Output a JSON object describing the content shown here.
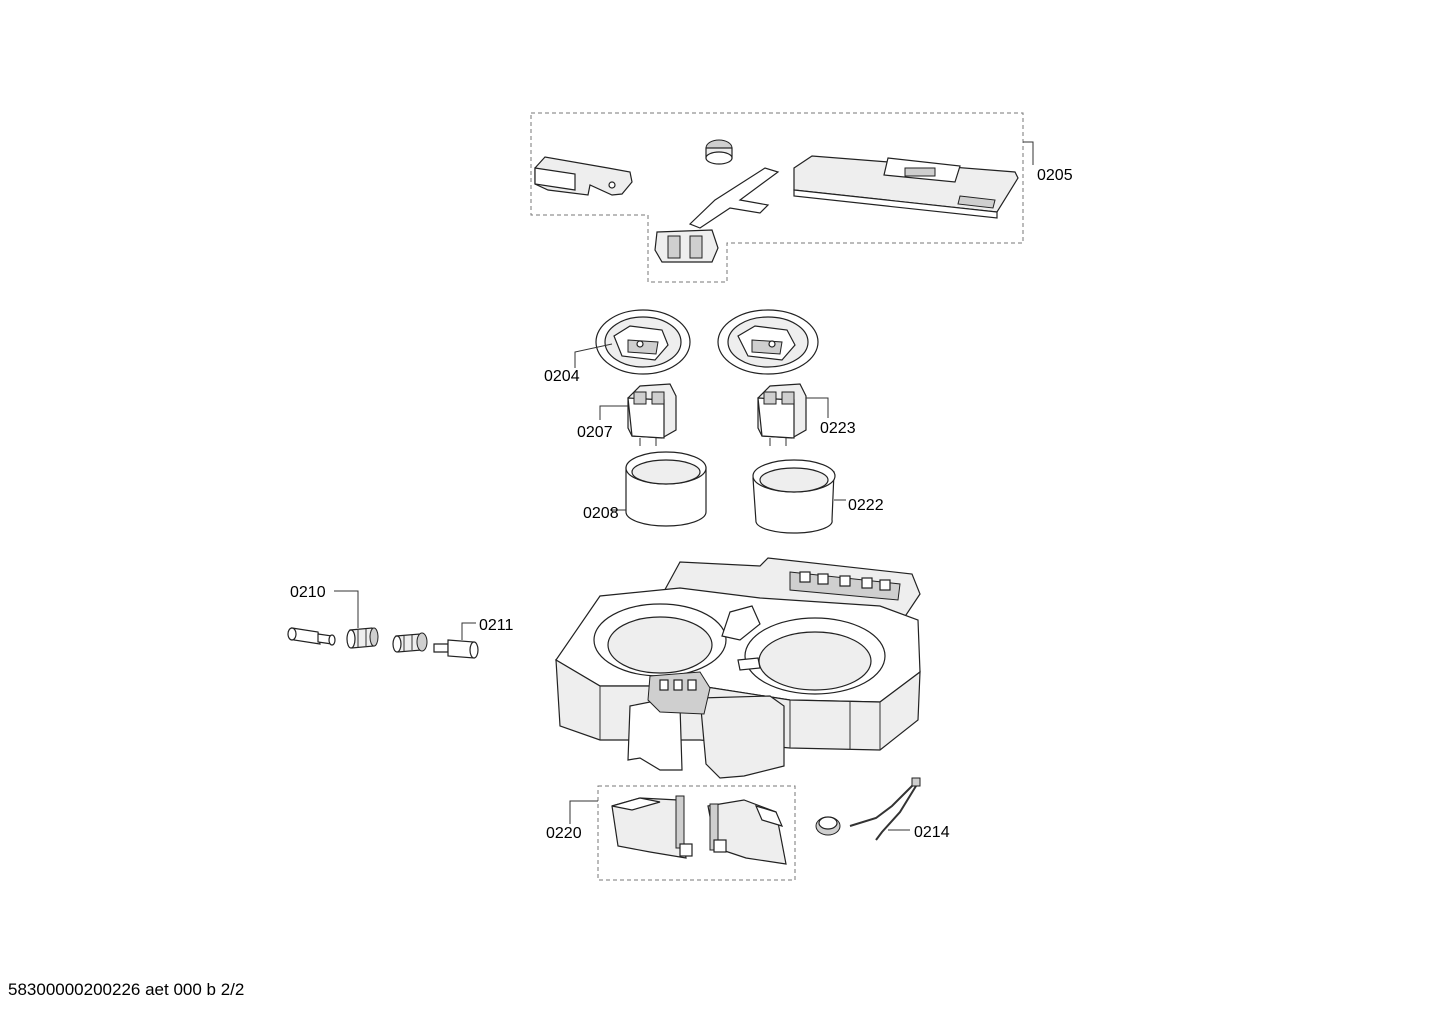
{
  "labels": {
    "p0205": "0205",
    "p0204": "0204",
    "p0207": "0207",
    "p0223": "0223",
    "p0208": "0208",
    "p0222": "0222",
    "p0210": "0210",
    "p0211": "0211",
    "p0220": "0220",
    "p0214": "0214"
  },
  "footer": "58300000200226 aet 000 b 2/2"
}
